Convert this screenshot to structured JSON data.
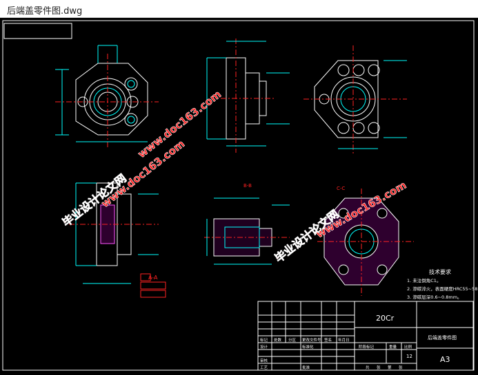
{
  "window": {
    "title": "后端盖零件图.dwg"
  },
  "colors": {
    "background": "#000000",
    "frame": "#ffffff",
    "cyan": "#00ffff",
    "red": "#ff2222",
    "magenta": "#ff55ff",
    "yellow": "#ffff00",
    "green": "#00ff66",
    "watermark_red": "#ff1a1a"
  },
  "drawing": {
    "section_labels": {
      "a_a": "A-A",
      "b_b": "B-B",
      "c_c": "C-C"
    },
    "tech_requirements": {
      "title": "技术要求",
      "items": [
        "1. 未注倒角C1。",
        "2. 渗碳淬火，表面硬度HRC55~58°。",
        "3. 渗碳层深0.6~0.8mm。"
      ]
    },
    "title_block": {
      "material": "20Cr",
      "part_name": "后端盖零件图",
      "sheet_size": "A3",
      "scale": "12",
      "labels": [
        "标记",
        "处数",
        "分区",
        "更改文件号",
        "签名",
        "年月日",
        "设计",
        "标准化",
        "审核",
        "工艺",
        "批准",
        "阶段标记",
        "重量",
        "比例",
        "共",
        "张",
        "第",
        "张"
      ]
    }
  },
  "watermarks": [
    {
      "text": "毕业设计论文网"
    },
    {
      "text": "www.doc163.com"
    },
    {
      "text": "www.doc163.com"
    },
    {
      "text": "毕业设计论文网"
    },
    {
      "text": "www.doc163.com"
    }
  ]
}
